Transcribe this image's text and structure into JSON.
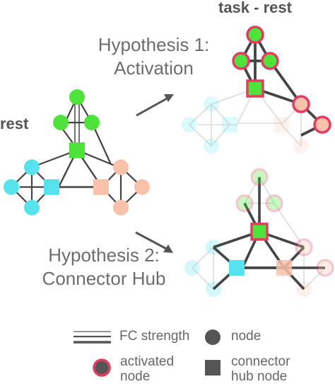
{
  "labels": {
    "rest": "rest",
    "task_rest": "task - rest",
    "hypothesis1_line1": "Hypothesis 1:",
    "hypothesis1_line2": "Activation",
    "hypothesis2_line1": "Hypothesis 2:",
    "hypothesis2_line2": "Connector Hub"
  },
  "legend": {
    "fc_strength": "FC strength",
    "node": "node",
    "activated_node_line1": "activated",
    "activated_node_line2": "node",
    "connector_hub_line1": "connector",
    "connector_hub_line2": "hub node"
  },
  "colors": {
    "green": "#4ee23b",
    "cyan": "#56e3ee",
    "salmon": "#f9c0aa",
    "activated_ring": "#e13d63",
    "edge": "#444444",
    "legend_gray": "#555555"
  }
}
